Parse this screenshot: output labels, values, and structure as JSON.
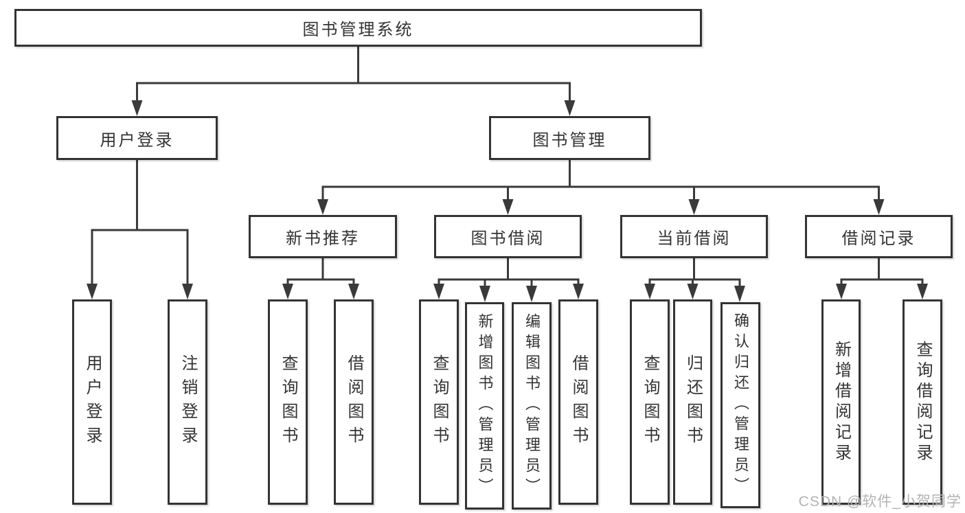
{
  "tree": {
    "label": "图书管理系统",
    "children": [
      {
        "label": "用户登录",
        "children": [
          {
            "label": "用户登录"
          },
          {
            "label": "注销登录"
          }
        ]
      },
      {
        "label": "图书管理",
        "children": [
          {
            "label": "新书推荐",
            "children": [
              {
                "label": "查询图书"
              },
              {
                "label": "借阅图书"
              }
            ]
          },
          {
            "label": "图书借阅",
            "children": [
              {
                "label": "查询图书"
              },
              {
                "label": "新增图书（管理员）"
              },
              {
                "label": "编辑图书（管理员）"
              },
              {
                "label": "借阅图书"
              }
            ]
          },
          {
            "label": "当前借阅",
            "children": [
              {
                "label": "查询图书"
              },
              {
                "label": "归还图书"
              },
              {
                "label": "确认归还（管理员）"
              }
            ]
          },
          {
            "label": "借阅记录",
            "children": [
              {
                "label": "新增借阅记录"
              },
              {
                "label": "查询借阅记录"
              }
            ]
          }
        ]
      }
    ]
  },
  "watermark": "CSDN @软件_小贺同学",
  "colors": {
    "line": "#3a3a3a",
    "box_border": "#333333",
    "text": "#333333",
    "watermark": "#b3b3b3",
    "background": "#ffffff"
  }
}
